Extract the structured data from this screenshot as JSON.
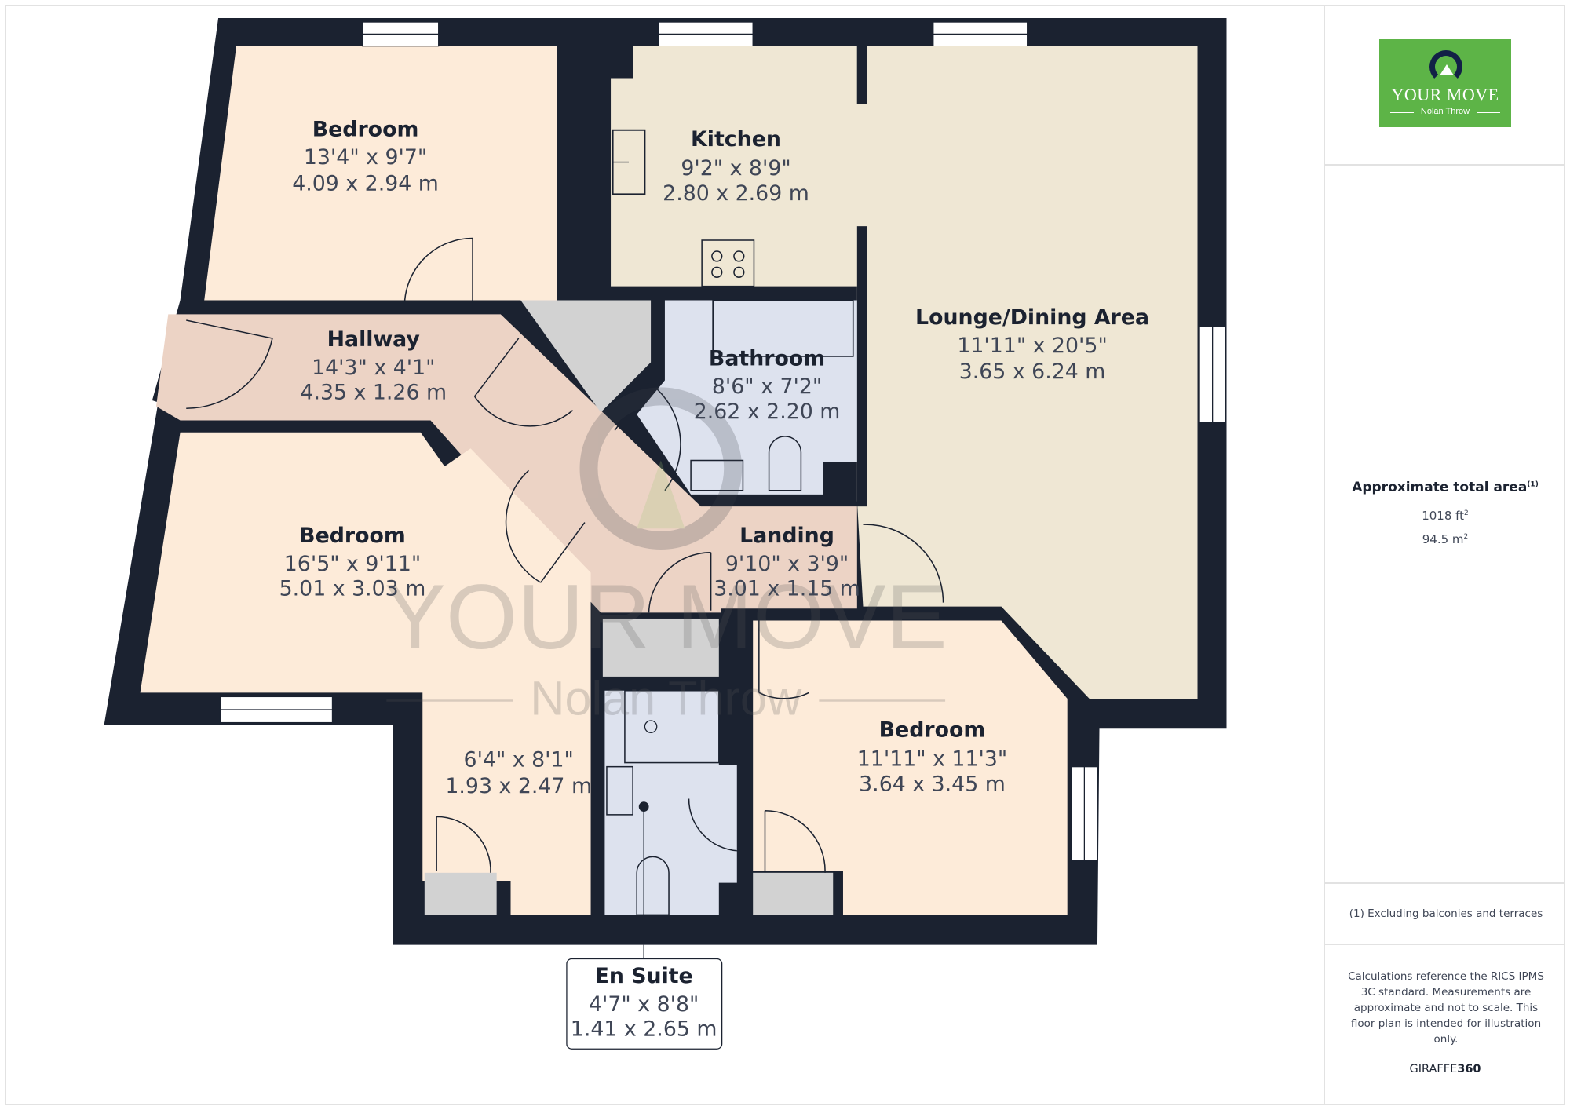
{
  "brand": {
    "logo_name": "YOUR MOVE",
    "logo_sub": "Nolan Throw",
    "logo_color": "#5db447",
    "logo_ring_color": "#122046",
    "watermark_name": "YOUR MOVE",
    "watermark_sub": "Nolan Throw",
    "footer_brand_prefix": "GIRAFFE",
    "footer_brand_suffix": "360"
  },
  "summary": {
    "title": "Approximate total area",
    "title_note": "(1)",
    "area_ft": "1018 ft",
    "area_m": "94.5 m",
    "unit_power": "2",
    "footnote": "(1) Excluding balconies and terraces",
    "disclaimer": "Calculations reference the RICS IPMS 3C standard. Measurements are approximate and not to scale. This floor plan is intended for illustration only."
  },
  "rooms": [
    {
      "name": "Bedroom",
      "imperial": "13'4\" x 9'7\"",
      "metric": "4.09 x 2.94 m"
    },
    {
      "name": "Kitchen",
      "imperial": "9'2\" x 8'9\"",
      "metric": "2.80 x 2.69 m"
    },
    {
      "name": "Lounge/Dining Area",
      "imperial": "11'11\" x 20'5\"",
      "metric": "3.65 x 6.24 m"
    },
    {
      "name": "Hallway",
      "imperial": "14'3\" x 4'1\"",
      "metric": "4.35 x 1.26 m"
    },
    {
      "name": "Bathroom",
      "imperial": "8'6\" x 7'2\"",
      "metric": "2.62 x 2.20 m"
    },
    {
      "name": "Bedroom",
      "imperial": "16'5\" x 9'11\"",
      "metric": "5.01 x 3.03 m"
    },
    {
      "name": "Landing",
      "imperial": "9'10\" x 3'9\"",
      "metric": "3.01 x 1.15 m"
    },
    {
      "name": "",
      "imperial": "6'4\" x 8'1\"",
      "metric": "1.93 x 2.47 m"
    },
    {
      "name": "Bedroom",
      "imperial": "11'11\" x 11'3\"",
      "metric": "3.64 x 3.45 m"
    },
    {
      "name": "En Suite",
      "imperial": "4'7\" x 8'8\"",
      "metric": "1.41 x 2.65 m"
    }
  ],
  "colors": {
    "wall": "#1b2230",
    "bedroom_fill": "#fdebd9",
    "kitchen_lounge_fill": "#efe7d4",
    "hall_fill": "#ecd3c5",
    "bath_fill": "#dde2ee",
    "storage_fill": "#d2d2d2"
  }
}
